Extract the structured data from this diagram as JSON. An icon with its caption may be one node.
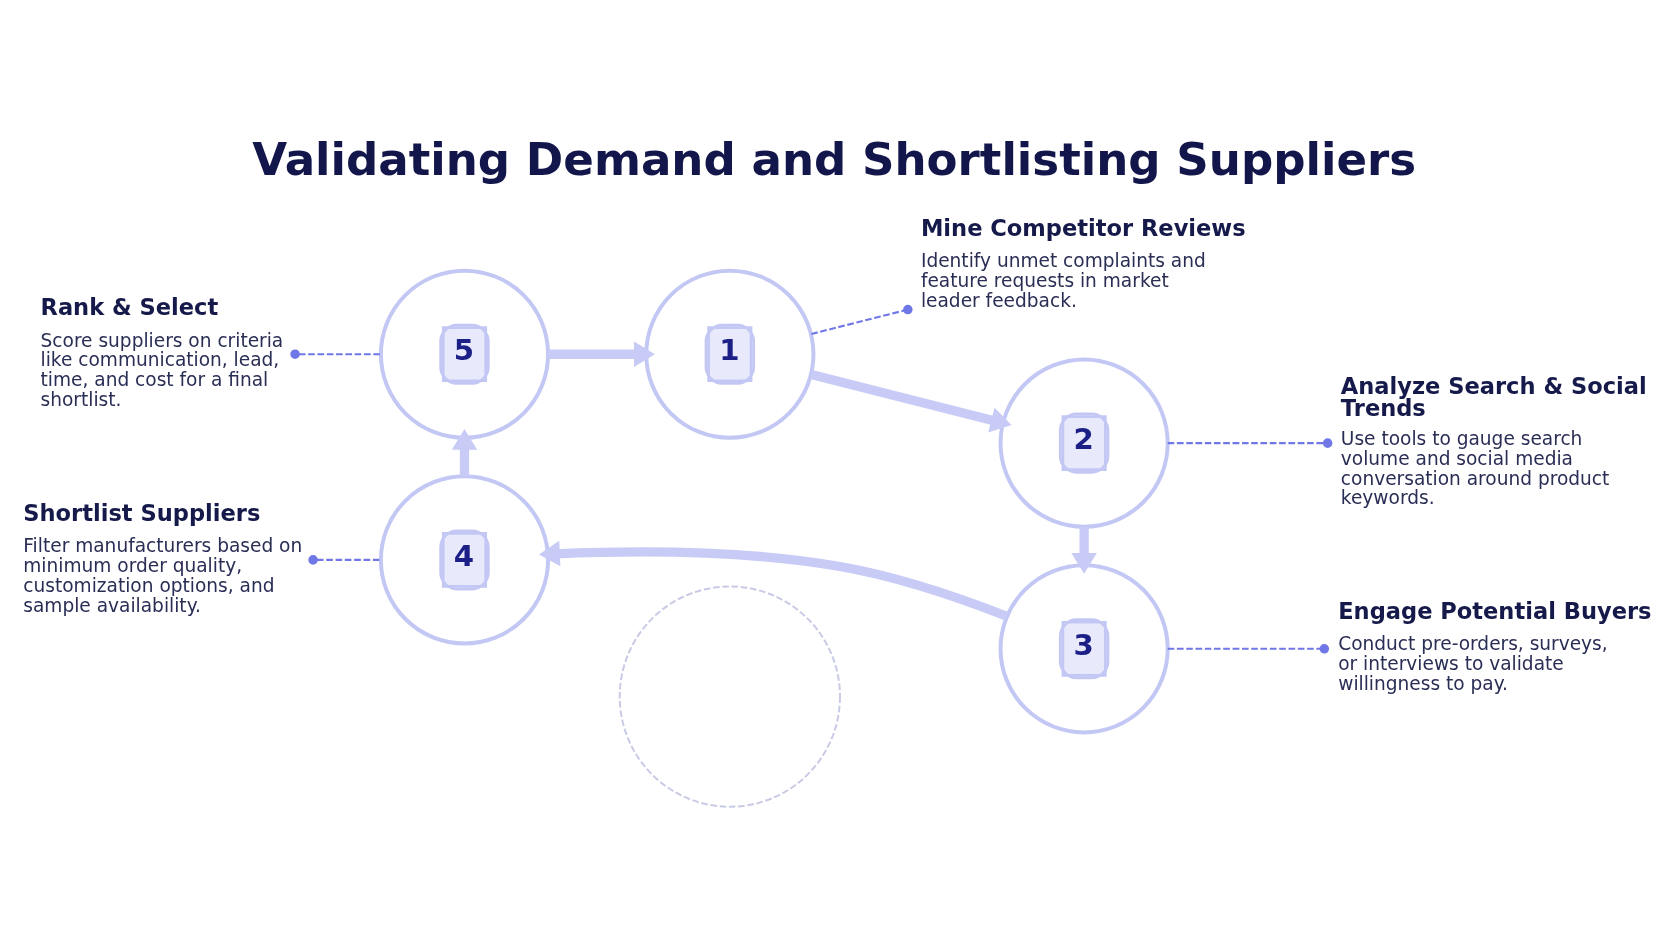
{
  "diagram": {
    "title": "Validating Demand and Shortlisting Suppliers",
    "nodes": [
      {
        "text": [
          "1"
        ]
      },
      {
        "text": [
          "Mine Competitor Reviews",
          "Identify unmet complaints and feature requests in market leader feedback."
        ]
      },
      {
        "text": [
          "2"
        ]
      },
      {
        "text": [
          "Analyze Search & Social Trends",
          "Use tools to gauge search volume and social media conversation around product keywords."
        ]
      },
      {
        "text": [
          "3"
        ]
      },
      {
        "text": [
          "Engage Potential Buyers",
          "Conduct pre-orders, surveys, or interviews to validate willingness to pay."
        ]
      },
      {
        "text": [
          "4"
        ]
      },
      {
        "text": [
          "Shortlist Suppliers",
          "Filter manufacturers based on minimum order quality, customization options, and sample availability."
        ]
      },
      {
        "text": [
          "5"
        ]
      },
      {
        "text": [
          "Rank & Select",
          "Score suppliers on criteria like communication, lead, time, and cost for a final shortlist."
        ]
      },
      {
        "text": [],
        "shape": "circle"
      }
    ],
    "edges": [
      {
        "from": 0,
        "to": 2,
        "arrow": "to",
        "style": "thick",
        "color": "#c7cbf6"
      },
      {
        "from": 2,
        "to": 4,
        "arrow": "to",
        "style": "thick",
        "color": "#c7cbf6"
      },
      {
        "from": 4,
        "to": 6,
        "arrow": "to",
        "style": "thick",
        "color": "#c7cbf6"
      },
      {
        "from": 6,
        "to": 8,
        "arrow": "to",
        "style": "thick",
        "color": "#c7cbf6"
      },
      {
        "from": 8,
        "to": 0,
        "arrow": "to",
        "style": "thick",
        "color": "#c7cbf6"
      },
      {
        "from": 0,
        "to": 1,
        "arrow": "other",
        "style": "dashed",
        "color": "#6f78e6"
      },
      {
        "from": 2,
        "to": 3,
        "arrow": "other",
        "style": "dashed",
        "color": "#6f78e6"
      },
      {
        "from": 4,
        "to": 5,
        "arrow": "other",
        "style": "dashed",
        "color": "#6f78e6"
      },
      {
        "from": 7,
        "to": 6,
        "arrow": "other",
        "style": "dashed",
        "color": "#6f78e6"
      },
      {
        "from": 9,
        "to": 8,
        "arrow": "other",
        "style": "dashed",
        "color": "#6f78e6"
      }
    ]
  }
}
